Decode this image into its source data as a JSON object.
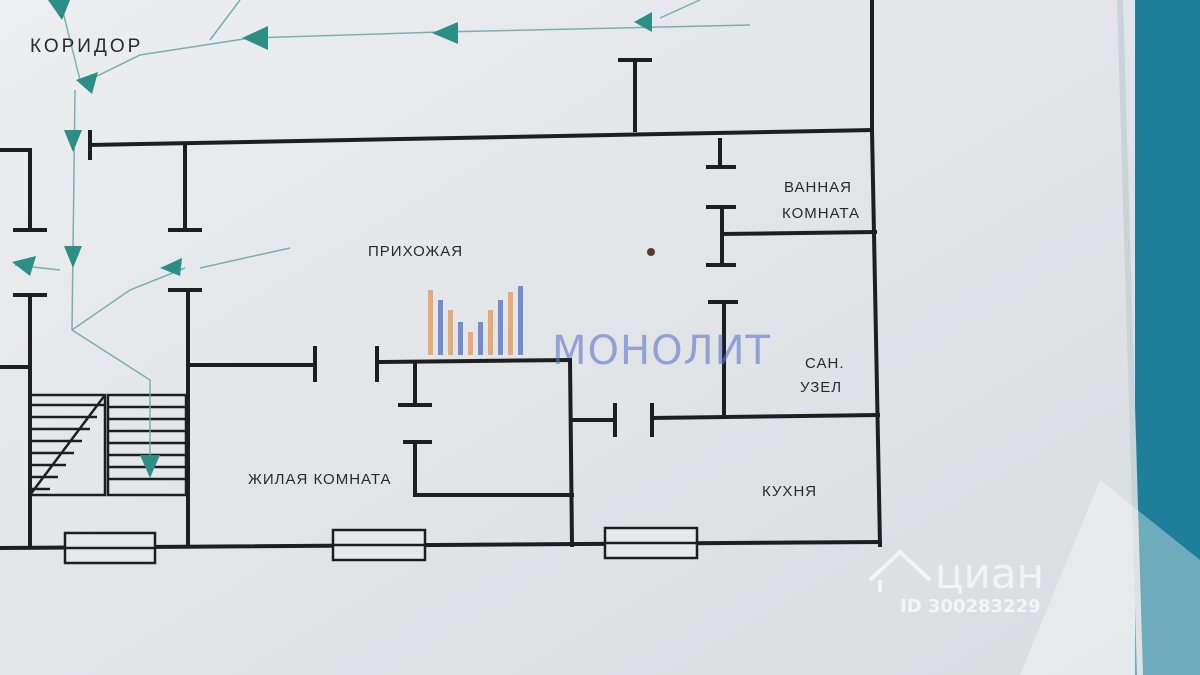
{
  "rooms": {
    "corridor": "КОРИДОР",
    "hallway": "ПРИХОЖАЯ",
    "bathroom_line1": "ВАННАЯ",
    "bathroom_line2": "КОМНАТА",
    "wc_line1": "САН.",
    "wc_line2": "УЗЕЛ",
    "living_room": "ЖИЛАЯ КОМНАТА",
    "kitchen": "КУХНЯ"
  },
  "watermarks": {
    "brand": "МОНОЛИТ",
    "cian_logo": "циан",
    "listing_id": "ID 300283229"
  },
  "colors": {
    "wall": "#1e1e1e",
    "evac_arrow": "#2b8f86",
    "paper": "#e9ecef",
    "backdrop": "#1f7f9a",
    "brand_blue": "#5b74c9",
    "brand_orange": "#e89a5c"
  },
  "icons": {
    "brand_logo": "monolit-m-logo",
    "cian_logo": "cian-house-icon"
  }
}
